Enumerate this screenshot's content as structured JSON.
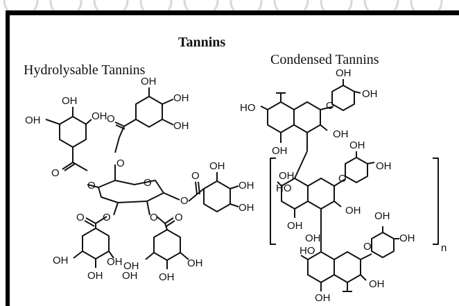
{
  "figure": {
    "title": "Tannins",
    "left_heading": "Hydrolysable Tannins",
    "right_heading": "Condensed Tannins",
    "repeat_subscript": "n"
  },
  "atoms": {
    "oh": "OH",
    "ho": "HO",
    "o": "O"
  },
  "colors": {
    "frame": "#000000",
    "ink": "#111111",
    "watermark": "#d8d8d8"
  }
}
